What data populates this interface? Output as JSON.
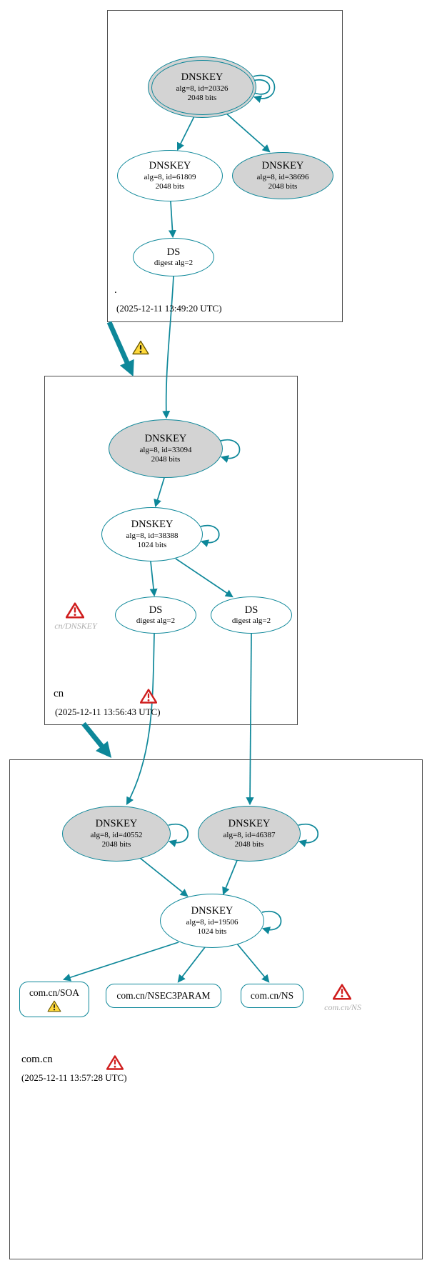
{
  "app": {
    "name": "DNSSEC authentication chain graph"
  },
  "colors": {
    "edge_teal": "#0d8799",
    "ksk_fill": "#d3d3d3",
    "zone_border": "#4a4a4a",
    "warning_yellow": "#ffd93b",
    "error_red": "#cf1d1d",
    "ghost_label_gray": "#b0b0b0"
  },
  "icons": {
    "warning": "yellow-warning-triangle",
    "error": "red-error-triangle"
  },
  "zones": {
    "root": {
      "label": ".",
      "timestamp": "(2025-12-11 13:49:20 UTC)",
      "ksk_20326": {
        "title": "DNSKEY",
        "detail": "alg=8, id=20326",
        "bits": "2048 bits"
      },
      "key_61809": {
        "title": "DNSKEY",
        "detail": "alg=8, id=61809",
        "bits": "2048 bits"
      },
      "key_38696": {
        "title": "DNSKEY",
        "detail": "alg=8, id=38696",
        "bits": "2048 bits"
      },
      "ds": {
        "title": "DS",
        "detail": "digest alg=2"
      }
    },
    "cn": {
      "label": "cn",
      "timestamp": "(2025-12-11 13:56:43 UTC)",
      "key_33094": {
        "title": "DNSKEY",
        "detail": "alg=8, id=33094",
        "bits": "2048 bits"
      },
      "key_38388": {
        "title": "DNSKEY",
        "detail": "alg=8, id=38388",
        "bits": "1024 bits"
      },
      "ds_left": {
        "title": "DS",
        "detail": "digest alg=2"
      },
      "ds_right": {
        "title": "DS",
        "detail": "digest alg=2"
      },
      "error_ref": "cn/DNSKEY"
    },
    "com_cn": {
      "label": "com.cn",
      "timestamp": "(2025-12-11 13:57:28 UTC)",
      "key_40552": {
        "title": "DNSKEY",
        "detail": "alg=8, id=40552",
        "bits": "2048 bits"
      },
      "key_46387": {
        "title": "DNSKEY",
        "detail": "alg=8, id=46387",
        "bits": "2048 bits"
      },
      "key_19506": {
        "title": "DNSKEY",
        "detail": "alg=8, id=19506",
        "bits": "1024 bits"
      },
      "rrset_soa": "com.cn/SOA",
      "rrset_nsec3param": "com.cn/NSEC3PARAM",
      "rrset_ns": "com.cn/NS",
      "error_ref": "com.cn/NS"
    }
  }
}
